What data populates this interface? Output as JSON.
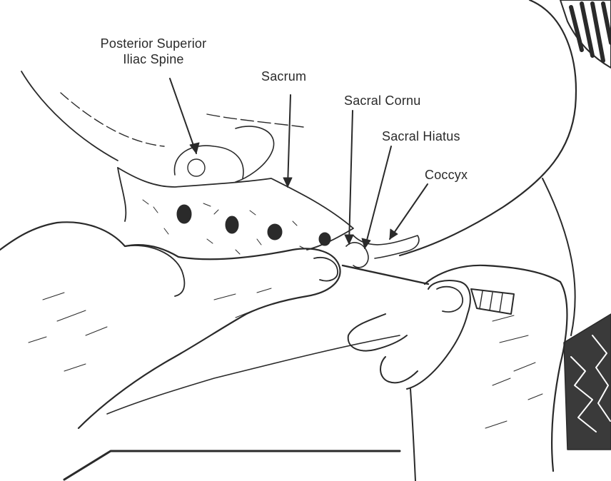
{
  "labels": {
    "psis_line1": "Posterior Superior",
    "psis_line2": "Iliac Spine",
    "sacrum": "Sacrum",
    "sacral_cornu": "Sacral Cornu",
    "sacral_hiatus": "Sacral Hiatus",
    "coccyx": "Coccyx"
  },
  "colors": {
    "ink": "#2a2a2a",
    "background": "#ffffff"
  }
}
